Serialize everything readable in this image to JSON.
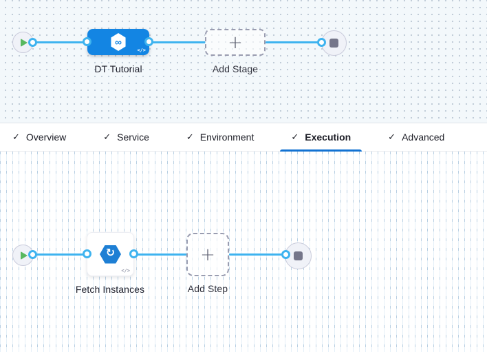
{
  "colors": {
    "edge_blue": "#3eb3ef",
    "node_blue": "#1385e3",
    "step_icon_blue": "#1e7fd4",
    "underline_blue": "#1272d2",
    "play_green": "#58b85f",
    "stop_gray": "#75768a",
    "dash_border": "#999cb0",
    "canvas_top_bg": "#f3f8fb",
    "label_dark": "#1e1f2b"
  },
  "glyphs": {
    "check": "✓",
    "plus": "+",
    "infinity": "∞",
    "refresh": "↻",
    "code": "</>"
  },
  "stage_pipeline": {
    "stage_label": "DT Tutorial",
    "add_stage_label": "Add Stage"
  },
  "tabs": {
    "items": [
      {
        "label": "Overview",
        "checked": true,
        "active": false
      },
      {
        "label": "Service",
        "checked": true,
        "active": false
      },
      {
        "label": "Environment",
        "checked": true,
        "active": false
      },
      {
        "label": "Execution",
        "checked": true,
        "active": true
      },
      {
        "label": "Advanced",
        "checked": true,
        "active": false
      }
    ]
  },
  "execution_pipeline": {
    "step_label": "Fetch Instances",
    "add_step_label": "Add Step"
  }
}
